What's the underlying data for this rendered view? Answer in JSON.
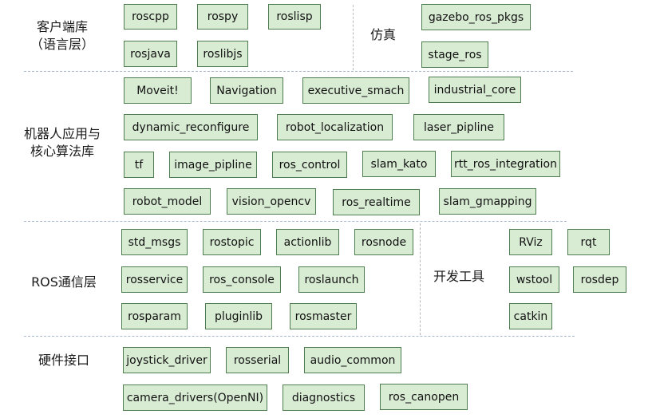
{
  "colors": {
    "box_fill": "#d8ebd3",
    "box_border": "#4f7d4f",
    "separator": "#a8b8d0"
  },
  "sections": {
    "client_libs": {
      "label_line1": "客户端库",
      "label_line2": "（语言层）"
    },
    "simulation": {
      "label": "仿真"
    },
    "algorithms": {
      "label_line1": "机器人应用与",
      "label_line2": "核心算法库"
    },
    "communication": {
      "label": "ROS通信层"
    },
    "dev_tools": {
      "label": "开发工具"
    },
    "hardware": {
      "label": "硬件接口"
    }
  },
  "boxes": {
    "roscpp": "roscpp",
    "rospy": "rospy",
    "roslisp": "roslisp",
    "rosjava": "rosjava",
    "roslibjs": "roslibjs",
    "gazebo_ros_pkgs": "gazebo_ros_pkgs",
    "stage_ros": "stage_ros",
    "moveit": "Moveit!",
    "navigation": "Navigation",
    "executive_smach": "executive_smach",
    "industrial_core": "industrial_core",
    "dynamic_reconfigure": "dynamic_reconfigure",
    "robot_localization": "robot_localization",
    "laser_pipline": "laser_pipline",
    "tf": "tf",
    "image_pipline": "image_pipline",
    "ros_control": "ros_control",
    "slam_kato": "slam_kato",
    "rtt_ros_integration": "rtt_ros_integration",
    "robot_model": "robot_model",
    "vision_opencv": "vision_opencv",
    "ros_realtime": "ros_realtime",
    "slam_gmapping": "slam_gmapping",
    "std_msgs": "std_msgs",
    "rostopic": "rostopic",
    "actionlib": "actionlib",
    "rosnode": "rosnode",
    "rosservice": "rosservice",
    "ros_console": "ros_console",
    "roslaunch": "roslaunch",
    "rosparam": "rosparam",
    "pluginlib": "pluginlib",
    "rosmaster": "rosmaster",
    "rviz": "RViz",
    "rqt": "rqt",
    "wstool": "wstool",
    "rosdep": "rosdep",
    "catkin": "catkin",
    "joystick_driver": "joystick_driver",
    "rosserial": "rosserial",
    "audio_common": "audio_common",
    "camera_drivers": "camera_drivers(OpenNI)",
    "diagnostics": "diagnostics",
    "ros_canopen": "ros_canopen"
  }
}
